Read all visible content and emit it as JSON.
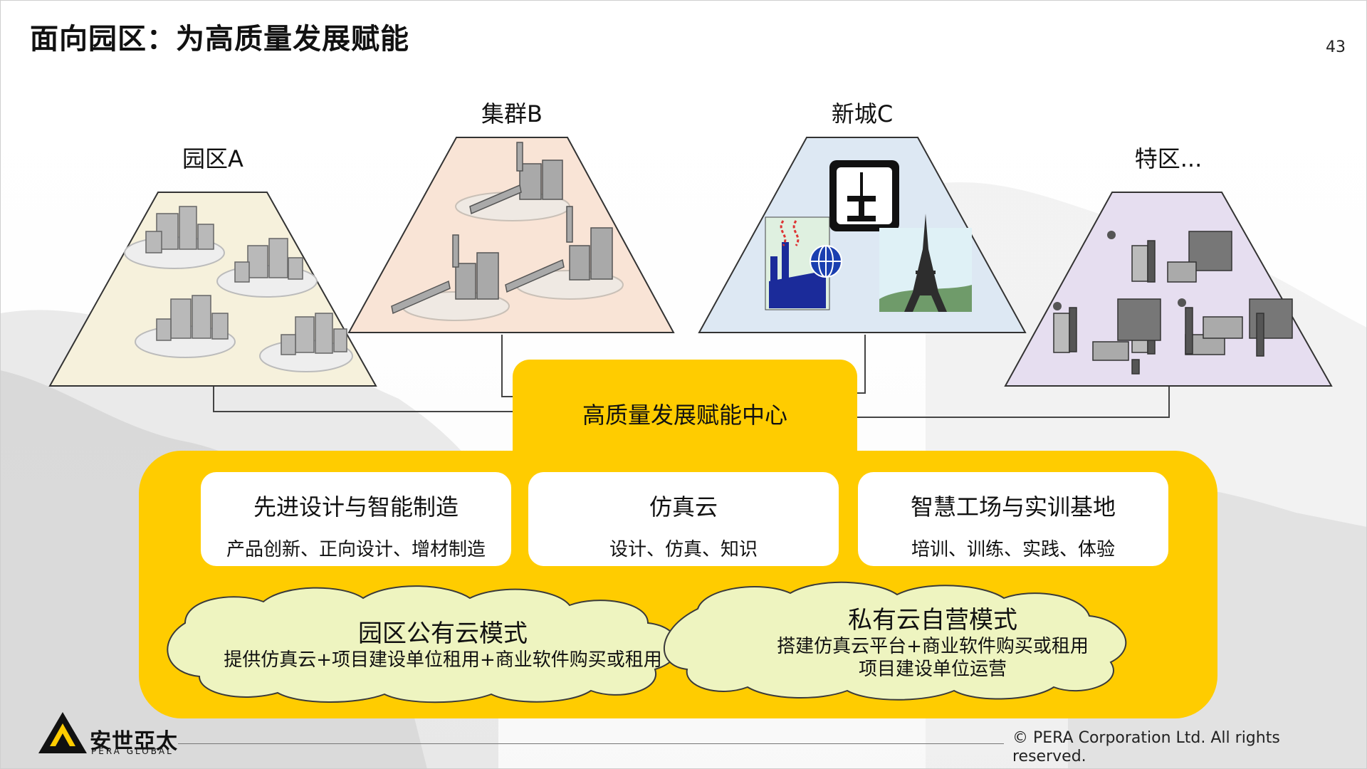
{
  "slide": {
    "title": "面向园区：为高质量发展赋能",
    "page_number": "43"
  },
  "sites": [
    {
      "label": "园区A",
      "fill": "#f6f1dc"
    },
    {
      "label": "集群B",
      "fill": "#f9e4d6"
    },
    {
      "label": "新城C",
      "fill": "#dde8f3"
    },
    {
      "label": "特区...",
      "fill": "#e6def0"
    }
  ],
  "center": {
    "label": "高质量发展赋能中心",
    "color": "#ffcc00"
  },
  "cards": [
    {
      "title": "先进设计与智能制造",
      "subtitle": "产品创新、正向设计、增材制造"
    },
    {
      "title": "仿真云",
      "subtitle": "设计、仿真、知识"
    },
    {
      "title": "智慧工场与实训基地",
      "subtitle": "培训、训练、实践、体验"
    }
  ],
  "modes": [
    {
      "title": "园区公有云模式",
      "lines": [
        "提供仿真云+项目建设单位租用+商业软件购买或租用"
      ]
    },
    {
      "title": "私有云自营模式",
      "lines": [
        "搭建仿真云平台+商业软件购买或租用",
        "项目建设单位运营"
      ]
    }
  ],
  "footer": {
    "copyright": "©  PERA Corporation Ltd. All rights reserved.",
    "logo_cn": "安世亞太",
    "logo_en": "PERA GLOBAL"
  }
}
